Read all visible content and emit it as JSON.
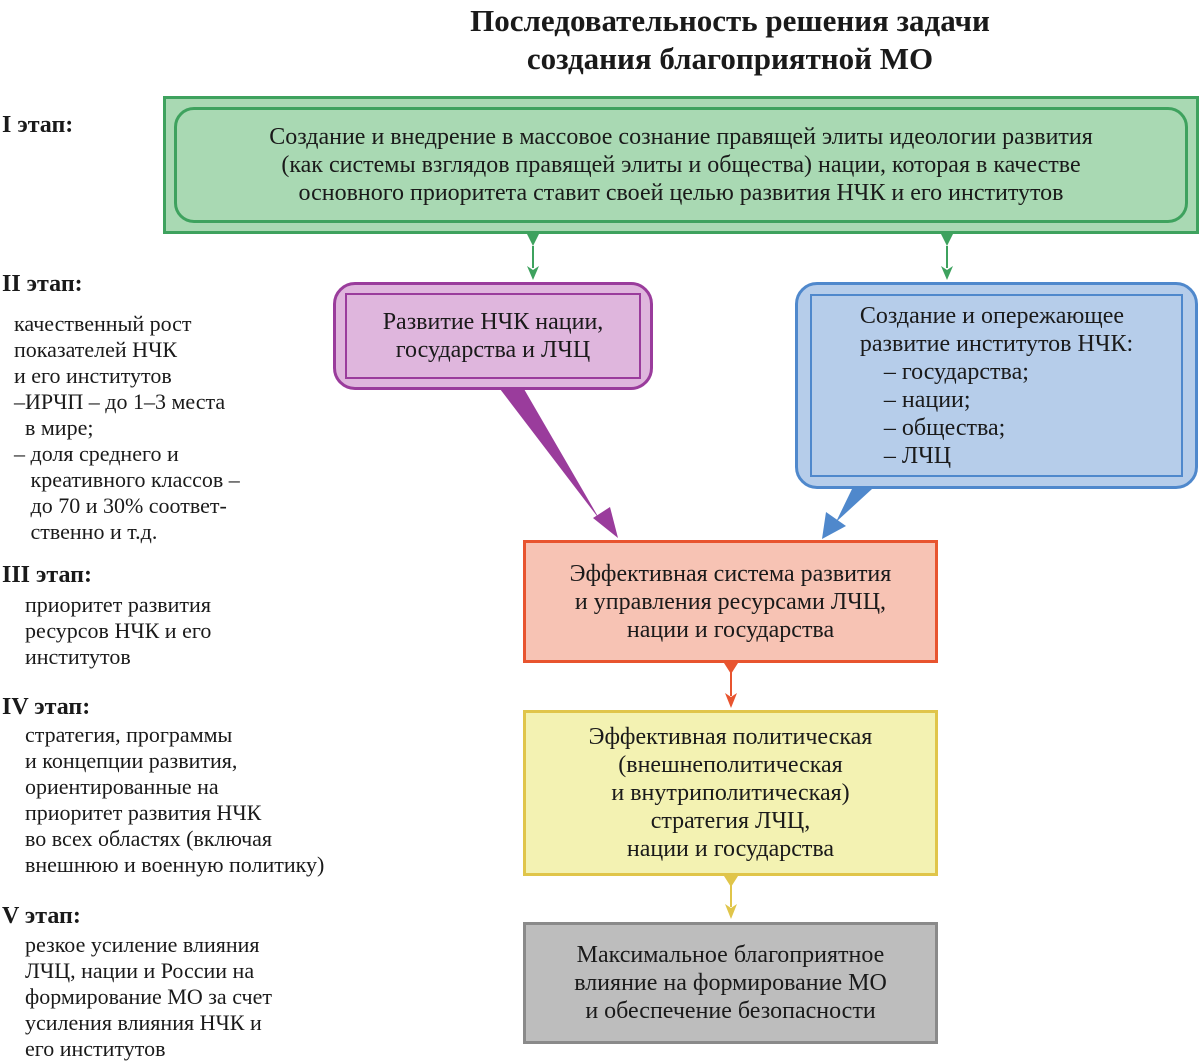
{
  "title": {
    "line1": "Последовательность решения задачи",
    "line2": "создания благоприятной МО"
  },
  "stages": [
    {
      "heading": "I этап:",
      "description": ""
    },
    {
      "heading": "II этап:",
      "description": "качественный рост\nпоказателей НЧК\nи его институтов\n–ИРЧП – до 1–3 места\n  в мире;\n– доля среднего и\n   креативного классов –\n   до 70 и 30% соответ-\n   ственно и т.д."
    },
    {
      "heading": "III этап:",
      "description": "приоритет развития\nресурсов НЧК и его\nинститутов"
    },
    {
      "heading": "IV этап:",
      "description": "стратегия, программы\nи концепции развития,\nориентированные на\nприоритет развития НЧК\nво всех областях (включая\nвнешнюю и военную политику)"
    },
    {
      "heading": "V этап:",
      "description": "резкое усиление влияния\nЛЧЦ, нации и России на\nформирование МО за счет\nусиления влияния НЧК и\nего институтов"
    }
  ],
  "boxes": {
    "ideology": "Создание и внедрение в массовое сознание правящей элиты идеологии развития\n(как системы взглядов правящей элиты и общества) нации, которая в качестве\nосновного приоритета ставит своей целью развития НЧК и его институтов",
    "hc_development": "Развитие НЧК нации,\nгосударства и ЛЧЦ",
    "institutions": "Создание и опережающее\nразвитие институтов НЧК:\n    – государства;\n    – нации;\n    – общества;\n    – ЛЧЦ",
    "resource_system": "Эффективная система развития\nи управления ресурсами ЛЧЦ,\nнации и государства",
    "policy_strategy": "Эффективная политическая\n(внешнеполитическая\nи внутриполитическая)\nстратегия ЛЧЦ,\nнации и государства",
    "favorable_influence": "Максимальное благоприятное\nвлияние на формирование МО\nи обеспечение безопасности"
  },
  "colors": {
    "green": "#3ea25e",
    "purple": "#9a3c9c",
    "blue": "#4f88cc",
    "orange": "#e8542f",
    "yellow": "#e0c54a",
    "gray": "#8a8a8a"
  }
}
